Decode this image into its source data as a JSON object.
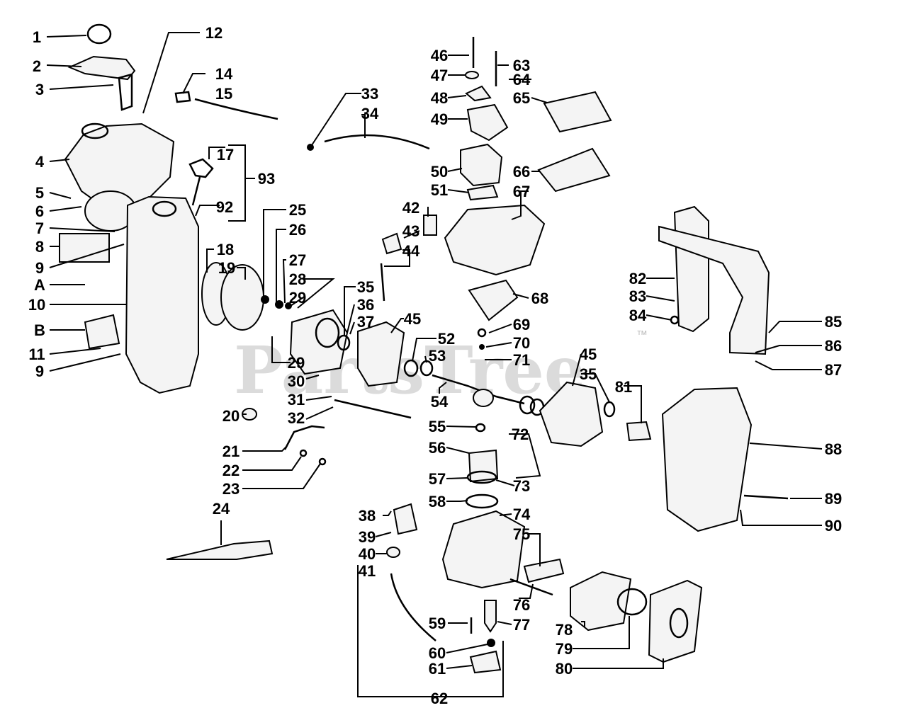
{
  "watermark": {
    "text": "PartsTree",
    "trademark": "™"
  },
  "callouts": {
    "c1": "1",
    "c2": "2",
    "c3": "3",
    "c4": "4",
    "c5": "5",
    "c6": "6",
    "c7": "7",
    "c8": "8",
    "c9a": "9",
    "c9b": "9",
    "cA": "A",
    "c10": "10",
    "cB": "B",
    "c11": "11",
    "c12": "12",
    "c14": "14",
    "c15": "15",
    "c17": "17",
    "c92": "92",
    "c93": "93",
    "c18": "18",
    "c19": "19",
    "c20": "20",
    "c21": "21",
    "c22": "22",
    "c23": "23",
    "c24": "24",
    "c25": "25",
    "c26": "26",
    "c27": "27",
    "c28": "28",
    "c29a": "29",
    "c29b": "29",
    "c30": "30",
    "c31": "31",
    "c32": "32",
    "c33": "33",
    "c34": "34",
    "c35a": "35",
    "c36": "36",
    "c37": "37",
    "c38": "38",
    "c39": "39",
    "c40": "40",
    "c41": "41",
    "c42": "42",
    "c43": "43",
    "c44": "44",
    "c45a": "45",
    "c45b": "45",
    "c35b": "35",
    "c46": "46",
    "c47": "47",
    "c48": "48",
    "c49": "49",
    "c50": "50",
    "c51": "51",
    "c52": "52",
    "c53": "53",
    "c54": "54",
    "c55": "55",
    "c56": "56",
    "c57": "57",
    "c58": "58",
    "c59": "59",
    "c60": "60",
    "c61": "61",
    "c62": "62",
    "c63": "63",
    "c64": "64",
    "c65": "65",
    "c66": "66",
    "c67": "67",
    "c68": "68",
    "c69": "69",
    "c70": "70",
    "c71": "71",
    "c72": "72",
    "c73": "73",
    "c74": "74",
    "c75": "75",
    "c76": "76",
    "c77": "77",
    "c78": "78",
    "c79": "79",
    "c80": "80",
    "c81": "81",
    "c82": "82",
    "c83": "83",
    "c84": "84",
    "c85": "85",
    "c86": "86",
    "c87": "87",
    "c88": "88",
    "c89": "89",
    "c90": "90"
  }
}
